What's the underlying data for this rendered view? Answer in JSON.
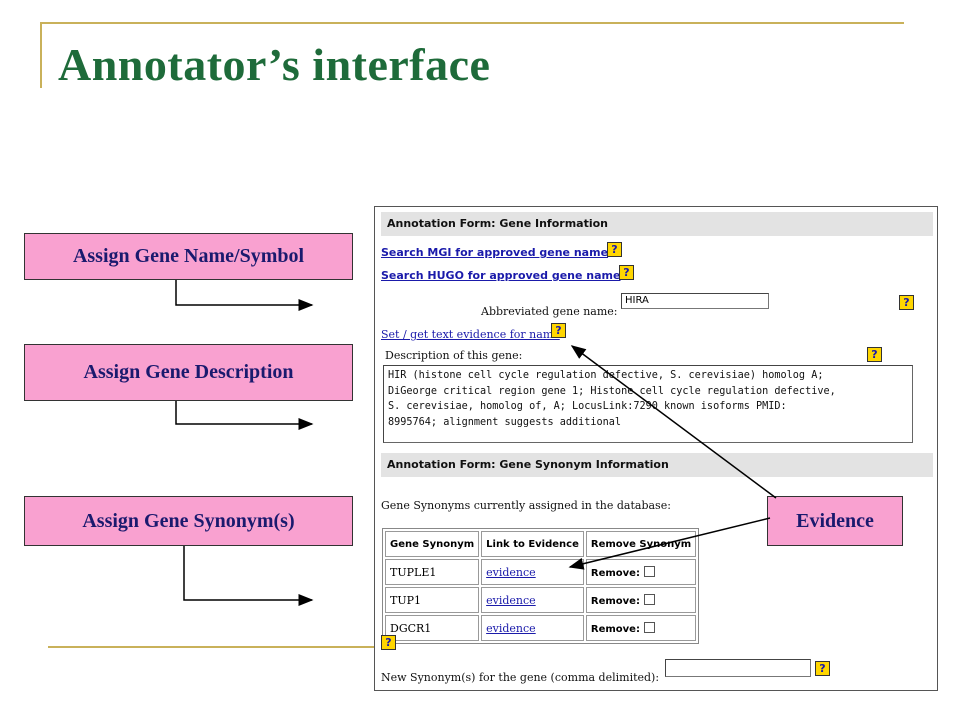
{
  "slide": {
    "title": "Annotator’s interface"
  },
  "boxes": {
    "gene_name": "Assign Gene Name/Symbol",
    "gene_description": "Assign Gene Description",
    "gene_synonyms": "Assign Gene Synonym(s)",
    "evidence": "Evidence"
  },
  "form": {
    "gene_info_header": "Annotation Form: Gene Information",
    "search_mgi_link": "Search MGI for approved gene name",
    "search_hugo_link": "Search HUGO for approved gene name",
    "abbrev_label": "Abbreviated gene name:",
    "abbrev_value": "HIRA",
    "evidence_link": "Set / get text evidence for name",
    "description_label": "Description of this gene:",
    "description_text": "HIR (histone cell cycle regulation defective, S. cerevisiae) homolog A;\nDiGeorge critical region gene 1; Histone cell cycle regulation defective,\nS. cerevisiae, homolog of, A; LocusLink:7290 known isoforms PMID:\n8995764; alignment suggests additional",
    "synonym_header": "Annotation Form: Gene Synonym Information",
    "synonyms_label": "Gene Synonyms currently assigned in the database:",
    "table_headers": [
      "Gene Synonym",
      "Link to Evidence",
      "Remove Synonym"
    ],
    "synonyms": [
      {
        "name": "TUPLE1",
        "link": "evidence",
        "remove": "Remove:"
      },
      {
        "name": "TUP1",
        "link": "evidence",
        "remove": "Remove:"
      },
      {
        "name": "DGCR1",
        "link": "evidence",
        "remove": "Remove:"
      }
    ],
    "new_synonym_label": "New Synonym(s) for the gene (comma delimited):",
    "new_synonym_value": "",
    "help_icon_text": "?"
  },
  "colors": {
    "title": "#1e6b3a",
    "pink_box": "#f9a1d0",
    "box_text": "#1a1a6e",
    "deco_line": "#c9b15a",
    "link": "#1a1aaa",
    "help_icon": "#ffd600"
  },
  "icons": [
    "help-icon",
    "checkbox-icon",
    "arrow-icon"
  ]
}
